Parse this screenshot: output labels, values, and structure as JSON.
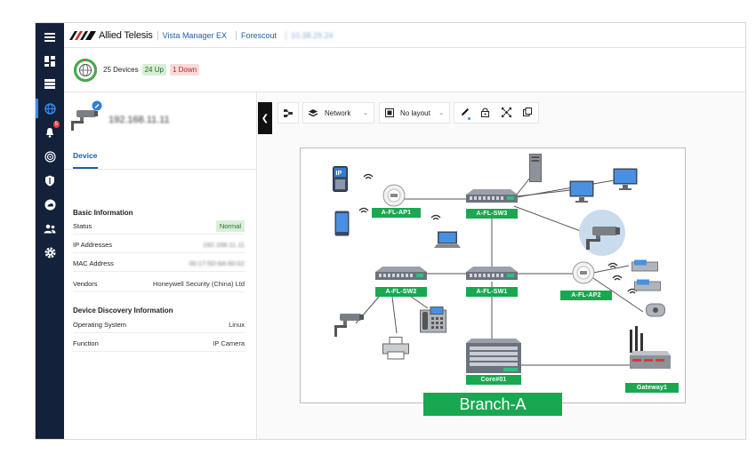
{
  "window": {
    "brand": "Allied Telesis",
    "crumbs": [
      "Vista Manager EX",
      "Forescout",
      "10.38.29.24"
    ]
  },
  "status": {
    "devices": "25 Devices",
    "up": "24 Up",
    "down": "1 Down",
    "up_fraction": 0.96
  },
  "rail": {
    "alerts_badge": "5"
  },
  "device": {
    "ip": "192.168.11.11",
    "tab": "Device",
    "basic_title": "Basic Information",
    "rows": [
      {
        "label": "Status",
        "value": "Normal"
      },
      {
        "label": "IP Addresses",
        "value": "192.168.11.11"
      },
      {
        "label": "MAC Address",
        "value": "00:17:5D:6A:60:02"
      },
      {
        "label": "Vendors",
        "value": "Honeywell Security (China) Ltd"
      }
    ],
    "discovery_title": "Device Discovery Information",
    "rows2": [
      {
        "label": "Operating System",
        "value": "Linux"
      },
      {
        "label": "Function",
        "value": "IP Camera"
      }
    ]
  },
  "toolbar": {
    "network": "Network",
    "layout": "No layout"
  },
  "topology": {
    "nodes": {
      "ap1": "A-FL-AP1",
      "sw3": "A-FL-SW3",
      "sw2": "A-FL-SW2",
      "sw1": "A-FL-SW1",
      "ap2": "A-FL-AP2",
      "core": "Core#01",
      "gw": "Gateway1"
    },
    "site": "Branch-A"
  },
  "colors": {
    "accent": "#1d5fa8",
    "rail": "#14213a",
    "green": "#19a851"
  }
}
